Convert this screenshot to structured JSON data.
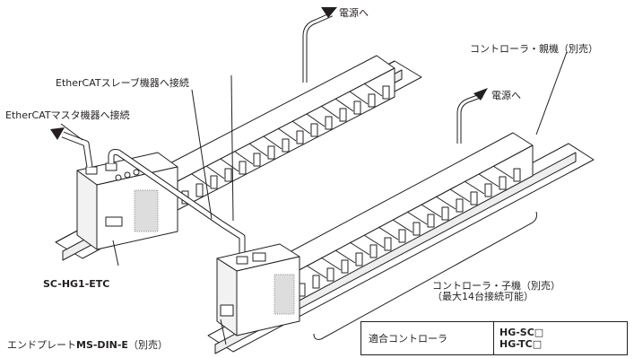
{
  "labels": {
    "power_top": "電源へ",
    "power_mid": "電源へ",
    "controller_parent": "コントローラ・親機（別売）",
    "ethercat_slave": "EtherCATスレーブ機器へ接続",
    "ethercat_master": "EtherCATマスタ機器へ接続",
    "model": "SC-HG1-ETC",
    "controller_child_line1": "コントローラ・子機（別売）",
    "controller_child_line2": "（最大14台接続可能）",
    "end_plate_prefix": "エンドプレート",
    "end_plate_model": "MS-DIN-E",
    "end_plate_suffix": "（別売）"
  },
  "compat_table": {
    "key": "適合コントローラ",
    "value_line1": "HG-SC□",
    "value_line2": "HG-TC□"
  }
}
